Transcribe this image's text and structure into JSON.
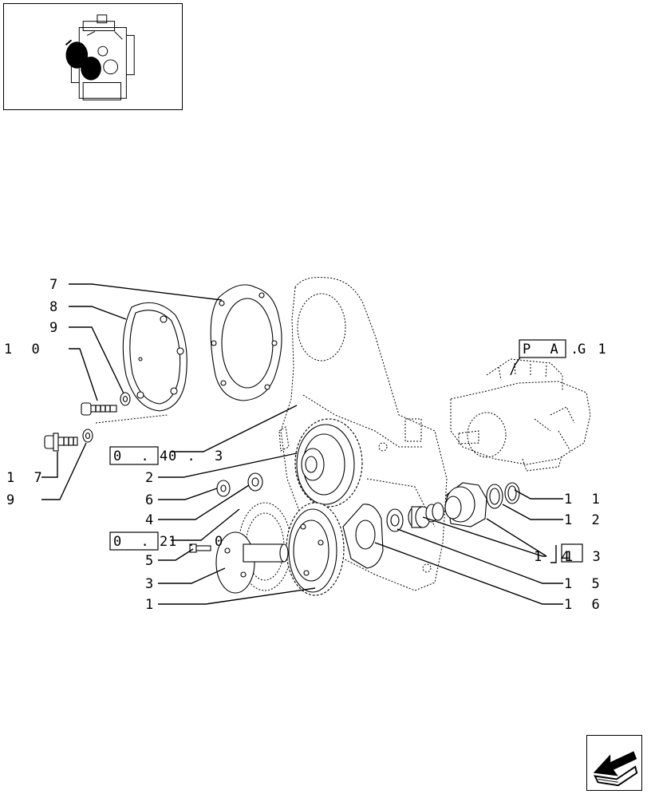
{
  "thumbnail": {
    "icon": "engine-location-icon"
  },
  "nav_button": {
    "icon": "previous-page-arrow-icon"
  },
  "callouts": {
    "c1": "1",
    "c2": "2",
    "c3": "3",
    "c4": "4",
    "c5": "5",
    "c6": "6",
    "c7": "7",
    "c8": "8",
    "c9a": "9",
    "c9b": "9",
    "c10": "1 0",
    "c11": "1 1",
    "c12": "1 2",
    "c13": "1 3",
    "c14": "1 4",
    "c15": "1 5",
    "c16": "1 6",
    "c17": "1 7"
  },
  "references": {
    "ref_pag_box": "P A G",
    "ref_pag_suffix": ". 1",
    "ref_004_box": "0 . 0",
    "ref_004_suffix": "4 . 3",
    "ref_012_box": "0 . 1",
    "ref_012_suffix": "2 . 0"
  }
}
